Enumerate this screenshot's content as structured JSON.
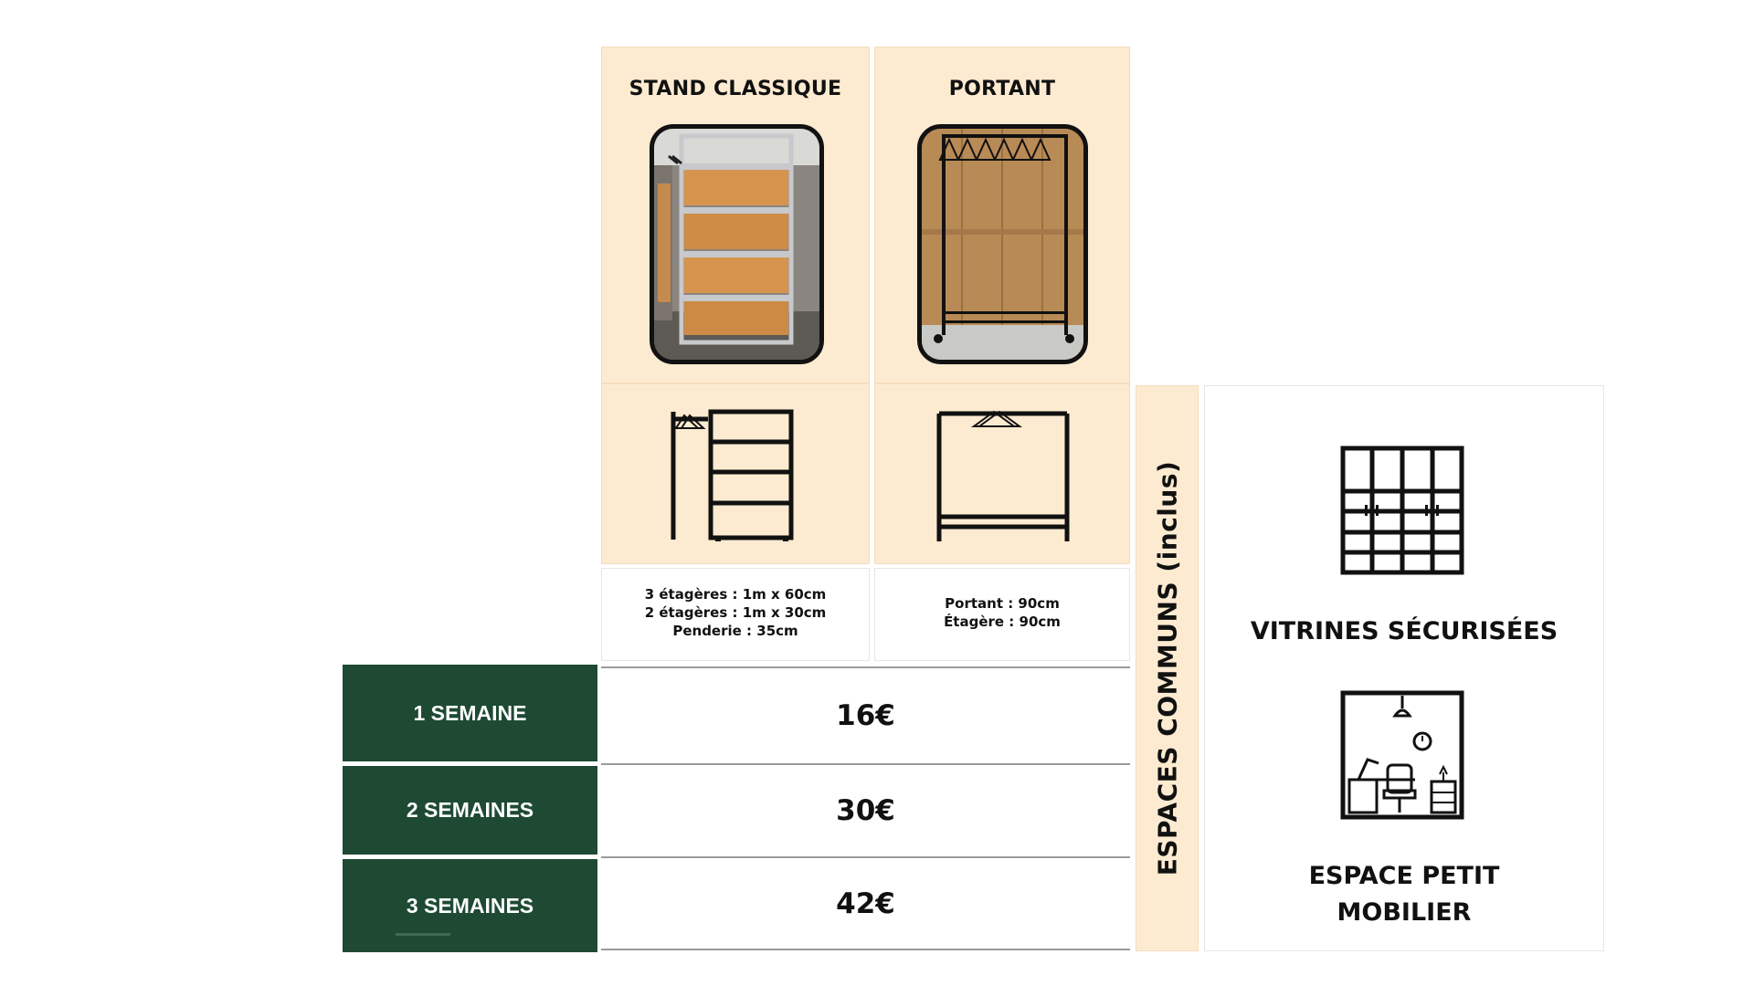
{
  "columns": [
    {
      "title": "STAND CLASSIQUE",
      "specs": [
        "3 étagères : 1m x 60cm",
        "2 étagères : 1m x 30cm",
        "Penderie : 35cm"
      ]
    },
    {
      "title": "PORTANT",
      "specs": [
        "Portant : 90cm",
        "Étagère : 90cm"
      ]
    }
  ],
  "durations": [
    {
      "label": "1 SEMAINE",
      "price": "16€"
    },
    {
      "label": "2 SEMAINES",
      "price": "30€"
    },
    {
      "label": "3 SEMAINES",
      "price": "42€"
    }
  ],
  "common": {
    "vertical_label": "ESPACES COMMUNS (inclus)",
    "features": [
      {
        "label": "VITRINES SÉCURISÉES",
        "icon": "secure-display-case-icon"
      },
      {
        "label_line1": "ESPACE PETIT",
        "label_line2": "MOBILIER",
        "icon": "small-furniture-room-icon"
      }
    ]
  },
  "colors": {
    "peach": "#fdebd1",
    "dark_green": "#1e4a33"
  }
}
